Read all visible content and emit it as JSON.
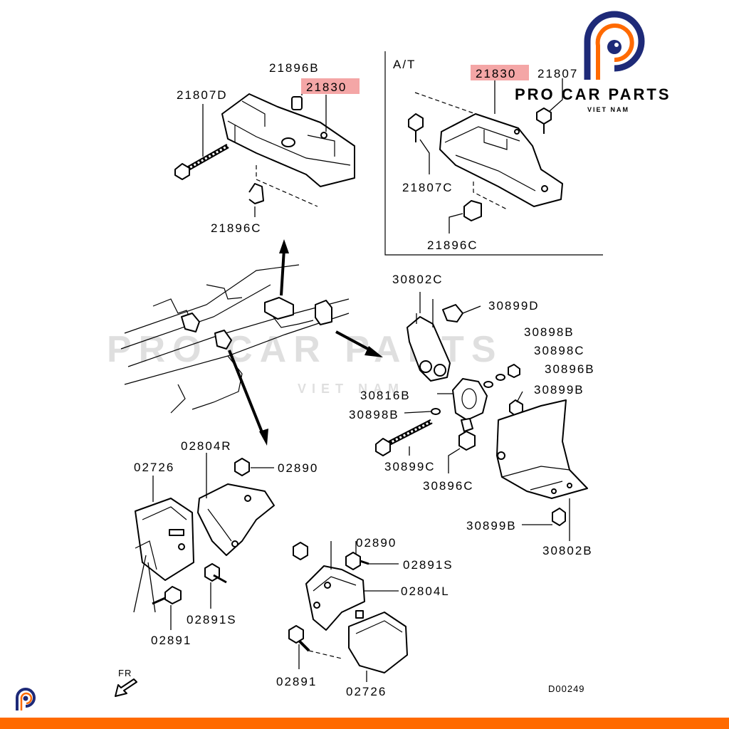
{
  "diagram": {
    "code": "D00249",
    "front_marker": "FR",
    "at_label": "A/T"
  },
  "brand": {
    "name": "PRO CAR PARTS",
    "sub": "VIET NAM",
    "colors": {
      "navy": "#1e2a78",
      "orange": "#ff6a00",
      "highlight": "#f4a6a6"
    }
  },
  "labels": {
    "mt_21896b": "21896B",
    "mt_21830": "21830",
    "mt_21807d": "21807D",
    "mt_21896c": "21896C",
    "at_21830": "21830",
    "at_21807": "21807",
    "at_21807c": "21807C",
    "at_21896c": "21896C",
    "r_30802c": "30802C",
    "r_30899d": "30899D",
    "r_30898b": "30898B",
    "r_30898c": "30898C",
    "r_30896b": "30896B",
    "r_30816b": "30816B",
    "r_30899b_top": "30899B",
    "r_30898b_low": "30898B",
    "r_30899c": "30899C",
    "r_30896c": "30896C",
    "r_30899b_bot": "30899B",
    "r_30802b": "30802B",
    "l_02804r": "02804R",
    "l_02726": "02726",
    "l_02890": "02890",
    "l_02891s": "02891S",
    "l_02891": "02891",
    "c_02890": "02890",
    "c_02891s": "02891S",
    "c_02804l": "02804L",
    "c_02891": "02891",
    "c_02726": "02726"
  }
}
